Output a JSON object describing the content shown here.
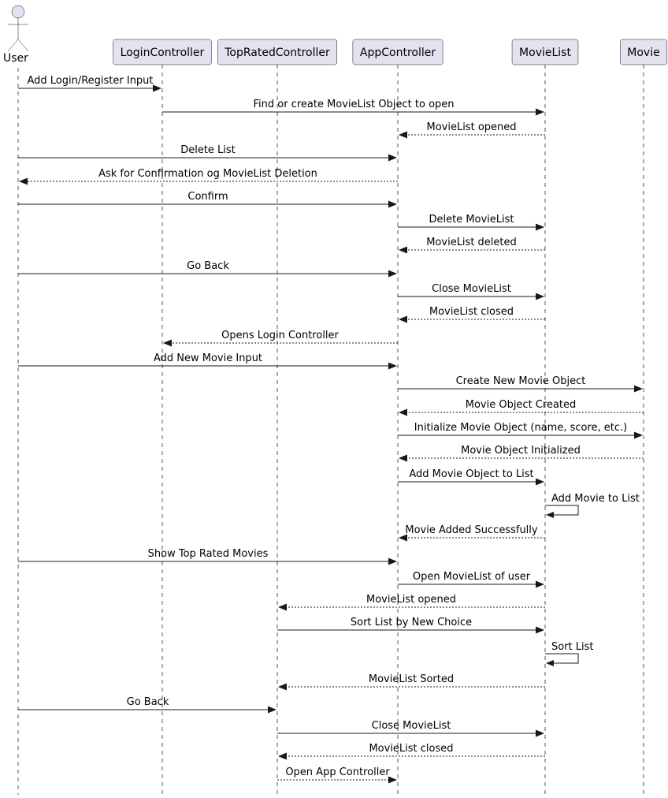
{
  "participants": [
    {
      "id": "User",
      "label": "User",
      "kind": "actor"
    },
    {
      "id": "LoginController",
      "label": "LoginController",
      "kind": "box"
    },
    {
      "id": "TopRatedController",
      "label": "TopRatedController",
      "kind": "box"
    },
    {
      "id": "AppController",
      "label": "AppController",
      "kind": "box"
    },
    {
      "id": "MovieList",
      "label": "MovieList",
      "kind": "box"
    },
    {
      "id": "Movie",
      "label": "Movie",
      "kind": "box"
    }
  ],
  "messages": [
    {
      "from": "User",
      "to": "LoginController",
      "label": "Add Login/Register Input",
      "style": "call"
    },
    {
      "from": "LoginController",
      "to": "MovieList",
      "label": "Find or create MovieList Object to open",
      "style": "call"
    },
    {
      "from": "MovieList",
      "to": "AppController",
      "label": "MovieList opened",
      "style": "reply"
    },
    {
      "from": "User",
      "to": "AppController",
      "label": "Delete List",
      "style": "call"
    },
    {
      "from": "AppController",
      "to": "User",
      "label": "Ask for Confirmation og MovieList Deletion",
      "style": "reply"
    },
    {
      "from": "User",
      "to": "AppController",
      "label": "Confirm",
      "style": "call"
    },
    {
      "from": "AppController",
      "to": "MovieList",
      "label": "Delete MovieList",
      "style": "call"
    },
    {
      "from": "MovieList",
      "to": "AppController",
      "label": "MovieList deleted",
      "style": "reply"
    },
    {
      "from": "User",
      "to": "AppController",
      "label": "Go Back",
      "style": "call"
    },
    {
      "from": "AppController",
      "to": "MovieList",
      "label": "Close MovieList",
      "style": "call"
    },
    {
      "from": "MovieList",
      "to": "AppController",
      "label": "MovieList closed",
      "style": "reply"
    },
    {
      "from": "AppController",
      "to": "LoginController",
      "label": "Opens Login Controller",
      "style": "reply"
    },
    {
      "from": "User",
      "to": "AppController",
      "label": "Add New Movie Input",
      "style": "call"
    },
    {
      "from": "AppController",
      "to": "Movie",
      "label": "Create New Movie Object",
      "style": "call"
    },
    {
      "from": "Movie",
      "to": "AppController",
      "label": "Movie Object Created",
      "style": "reply"
    },
    {
      "from": "AppController",
      "to": "Movie",
      "label": "Initialize Movie Object (name, score, etc.)",
      "style": "call"
    },
    {
      "from": "Movie",
      "to": "AppController",
      "label": "Movie Object Initialized",
      "style": "reply"
    },
    {
      "from": "AppController",
      "to": "MovieList",
      "label": "Add Movie Object to List",
      "style": "call"
    },
    {
      "from": "MovieList",
      "to": "MovieList",
      "label": "Add Movie to List",
      "style": "self"
    },
    {
      "from": "MovieList",
      "to": "AppController",
      "label": "Movie Added Successfully",
      "style": "reply"
    },
    {
      "from": "User",
      "to": "AppController",
      "label": "Show Top Rated Movies",
      "style": "call"
    },
    {
      "from": "AppController",
      "to": "MovieList",
      "label": "Open MovieList of user",
      "style": "call"
    },
    {
      "from": "MovieList",
      "to": "TopRatedController",
      "label": "MovieList opened",
      "style": "reply"
    },
    {
      "from": "TopRatedController",
      "to": "MovieList",
      "label": "Sort List by New Choice",
      "style": "call"
    },
    {
      "from": "MovieList",
      "to": "MovieList",
      "label": "Sort List",
      "style": "self"
    },
    {
      "from": "MovieList",
      "to": "TopRatedController",
      "label": "MovieList Sorted",
      "style": "reply"
    },
    {
      "from": "User",
      "to": "TopRatedController",
      "label": "Go Back",
      "style": "call"
    },
    {
      "from": "TopRatedController",
      "to": "MovieList",
      "label": "Close MovieList",
      "style": "call"
    },
    {
      "from": "MovieList",
      "to": "TopRatedController",
      "label": "MovieList closed",
      "style": "reply"
    },
    {
      "from": "TopRatedController",
      "to": "AppController",
      "label": "Open App Controller",
      "style": "reply"
    }
  ],
  "colors": {
    "participant_fill": "#e2e2f0",
    "line": "#181818",
    "lifeline": "#555555"
  }
}
